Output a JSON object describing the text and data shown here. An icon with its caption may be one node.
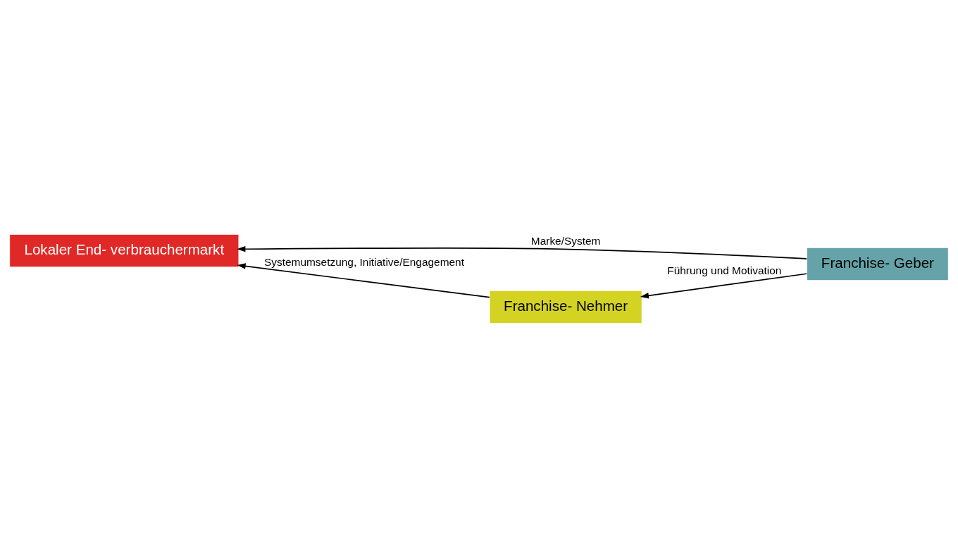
{
  "diagram": {
    "nodes": [
      {
        "text": [
          "Lokaler End- verbrauchermarkt"
        ]
      },
      {
        "text": [
          "Franchise- Geber"
        ]
      },
      {
        "text": [
          "Franchise- Nehmer"
        ]
      }
    ],
    "edges": [
      {
        "from": 1,
        "to": 0,
        "arrow": "to",
        "label": "Marke/System"
      },
      {
        "from": 1,
        "to": 2,
        "arrow": "to",
        "label": "Führung und Motivation"
      },
      {
        "from": 2,
        "to": 0,
        "arrow": "to",
        "label": "Systemumsetzung, Initiative/Engagement"
      }
    ]
  }
}
